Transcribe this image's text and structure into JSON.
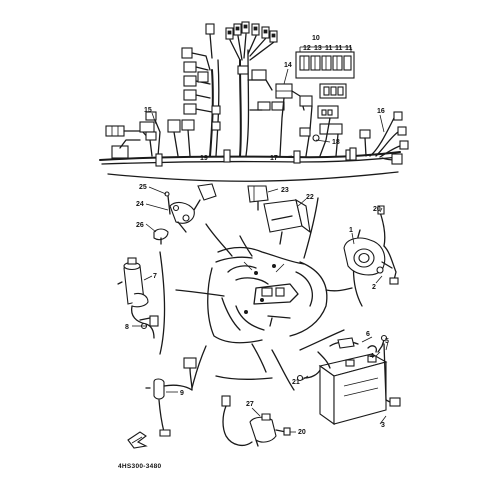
{
  "diagram": {
    "figure_code": "4HS300-3480",
    "callouts": [
      "1",
      "2",
      "3",
      "4",
      "5",
      "6",
      "7",
      "8",
      "9",
      "10",
      "11",
      "11",
      "11",
      "12",
      "13",
      "14",
      "15",
      "16",
      "17",
      "18",
      "19",
      "20",
      "20",
      "21",
      "22",
      "23",
      "24",
      "25",
      "26",
      "27"
    ]
  }
}
